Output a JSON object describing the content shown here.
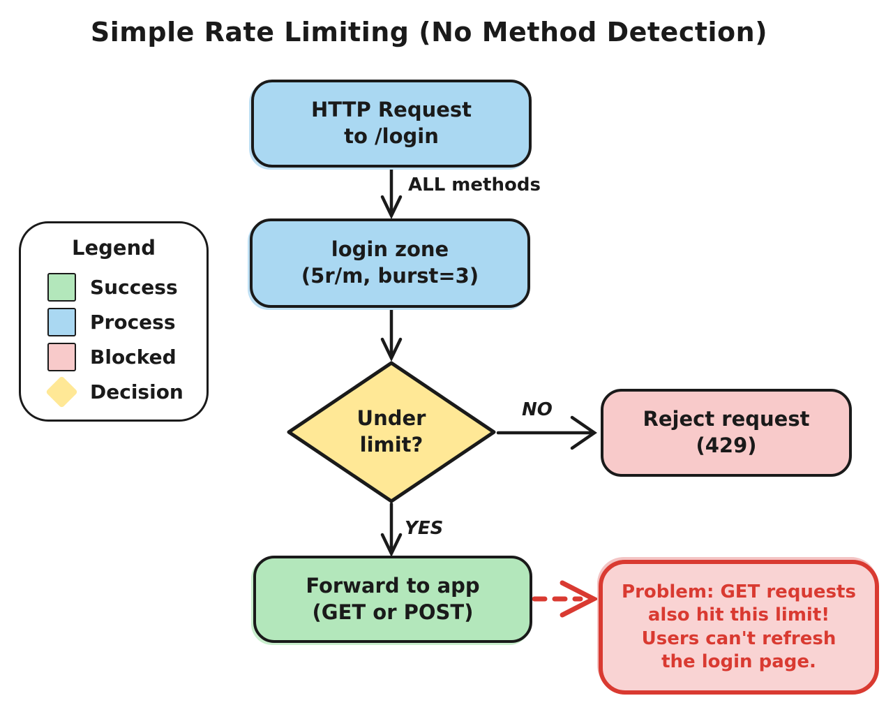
{
  "title": "Simple Rate Limiting (No Method Detection)",
  "legend": {
    "title": "Legend",
    "items": [
      {
        "label": "Success",
        "color": "#b3e7bb",
        "shape": "square"
      },
      {
        "label": "Process",
        "color": "#aad8f2",
        "shape": "square"
      },
      {
        "label": "Blocked",
        "color": "#f8caca",
        "shape": "square"
      },
      {
        "label": "Decision",
        "color": "#ffe896",
        "shape": "diamond"
      }
    ]
  },
  "nodes": {
    "http_request": {
      "line1": "HTTP Request",
      "line2": "to /login",
      "fill": "#aad8f2"
    },
    "login_zone": {
      "line1": "login zone",
      "line2": "(5r/m, burst=3)",
      "fill": "#aad8f2"
    },
    "under_limit": {
      "line1": "Under",
      "line2": "limit?",
      "fill": "#ffe896"
    },
    "reject": {
      "line1": "Reject request",
      "line2": "(429)",
      "fill": "#f8caca"
    },
    "forward": {
      "line1": "Forward to app",
      "line2": "(GET or POST)",
      "fill": "#b3e7bb"
    },
    "problem": {
      "lines": [
        "Problem: GET requests",
        "also hit this limit!",
        "Users can't refresh",
        "the login page."
      ],
      "fill": "#f9d3d3",
      "border_color": "#d93a31",
      "text_color": "#d93a31"
    }
  },
  "edge_labels": {
    "all_methods": "ALL methods",
    "no": "NO",
    "yes": "YES"
  },
  "colors": {
    "stroke": "#1a1a1a",
    "problem_red": "#d93a31",
    "background": "#ffffff"
  }
}
